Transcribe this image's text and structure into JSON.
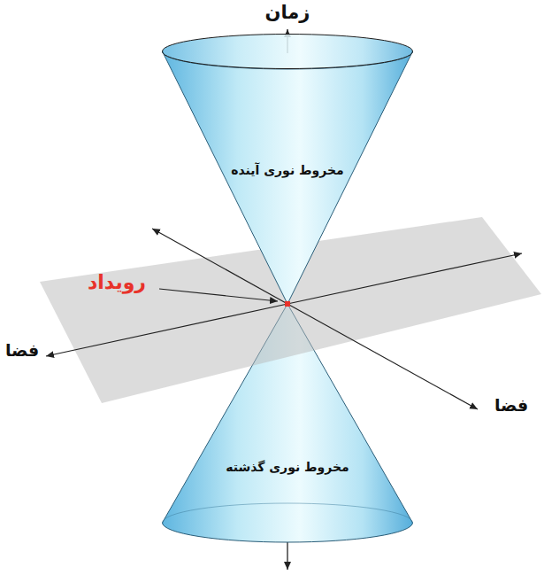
{
  "diagram": {
    "nodes": [
      {
        "text": [
          "مخروط نوری آینده"
        ]
      },
      {
        "text": [
          "مخروط نوری گذشته"
        ]
      }
    ],
    "labels": [
      "زمان",
      "رویداد",
      "فضا",
      "فضا"
    ]
  }
}
